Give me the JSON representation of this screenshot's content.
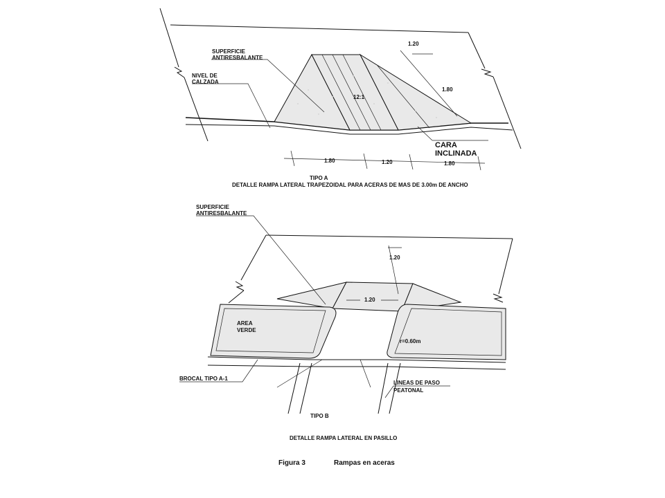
{
  "diagram_a": {
    "labels": {
      "surface": [
        "SUPERFICIE",
        "ANTIRESBALANTE"
      ],
      "level": [
        "NIVEL DE",
        "CALZADA"
      ],
      "face": [
        "CARA",
        "INCLINADA"
      ],
      "slope": "12:1",
      "dim_top": "1.20",
      "dim_diag": "1.80",
      "dims_bottom": [
        "1.80",
        "1.20",
        "1.80"
      ]
    },
    "type": "TIPO A",
    "title": "DETALLE RAMPA LATERAL TRAPEZOIDAL PARA ACERAS DE MAS DE 3.00m DE ANCHO"
  },
  "diagram_b": {
    "labels": {
      "surface": [
        "SUPERFICIE",
        "ANTIRESBALANTE"
      ],
      "green": [
        "AREA",
        "VERDE"
      ],
      "dim_top": "1.20",
      "dim_mid": "1.20",
      "radius": "r=0.60m",
      "curb": "BROCAL TIPO A-1",
      "crossing": [
        "LINEAS DE PASO",
        "PEATONAL"
      ]
    },
    "type": "TIPO B",
    "title": "DETALLE RAMPA LATERAL EN PASILLO"
  },
  "figure": {
    "number": "Figura 3",
    "caption": "Rampas en aceras"
  }
}
